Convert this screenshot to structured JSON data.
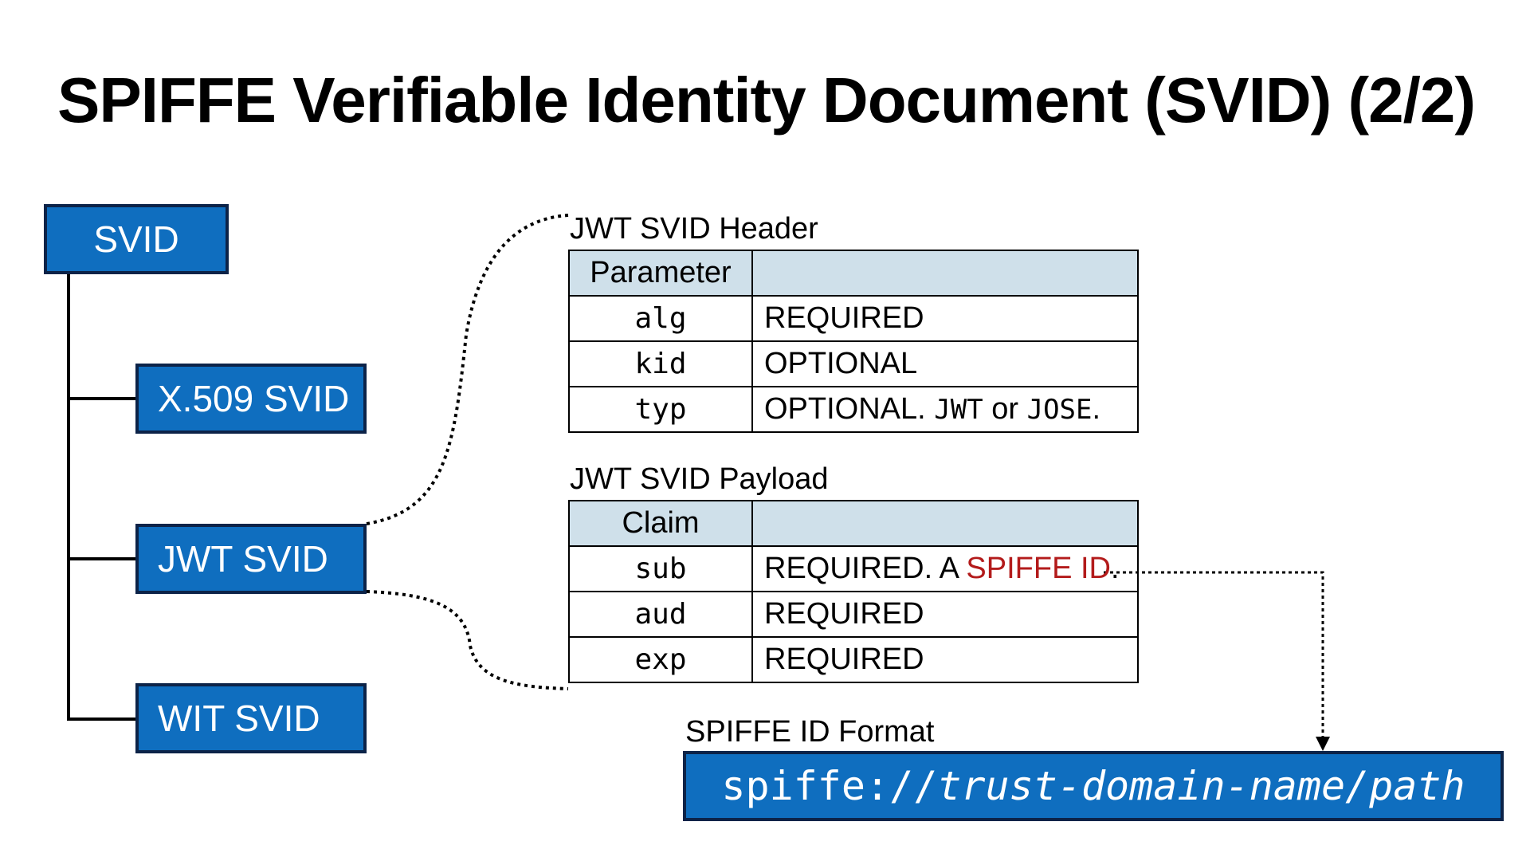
{
  "title": "SPIFFE Verifiable Identity Document (SVID) (2/2)",
  "tree": {
    "root": "SVID",
    "children": [
      "X.509 SVID",
      "JWT SVID",
      "WIT SVID"
    ]
  },
  "header_table": {
    "caption": "JWT SVID Header",
    "col_header": "Parameter",
    "col_header_2": "",
    "rows": [
      {
        "name": "alg",
        "value": "REQUIRED"
      },
      {
        "name": "kid",
        "value": "OPTIONAL"
      },
      {
        "name": "typ",
        "value_prefix": "OPTIONAL. ",
        "value_code1": "JWT",
        "value_mid": " or ",
        "value_code2": "JOSE",
        "value_suffix": "."
      }
    ]
  },
  "payload_table": {
    "caption": "JWT SVID Payload",
    "col_header": "Claim",
    "col_header_2": "",
    "rows": [
      {
        "name": "sub",
        "value_prefix": "REQUIRED. A ",
        "value_link": "SPIFFE ID",
        "value_suffix": "."
      },
      {
        "name": "aud",
        "value": "REQUIRED"
      },
      {
        "name": "exp",
        "value": "REQUIRED"
      }
    ]
  },
  "spiffe_id": {
    "caption": "SPIFFE ID Format",
    "scheme": "spiffe://",
    "path": "trust-domain-name/path"
  },
  "colors": {
    "node_fill": "#0f6ebf",
    "node_border": "#0c2348",
    "table_header_fill": "#cfe0ea",
    "highlight_red": "#b31b1b"
  }
}
